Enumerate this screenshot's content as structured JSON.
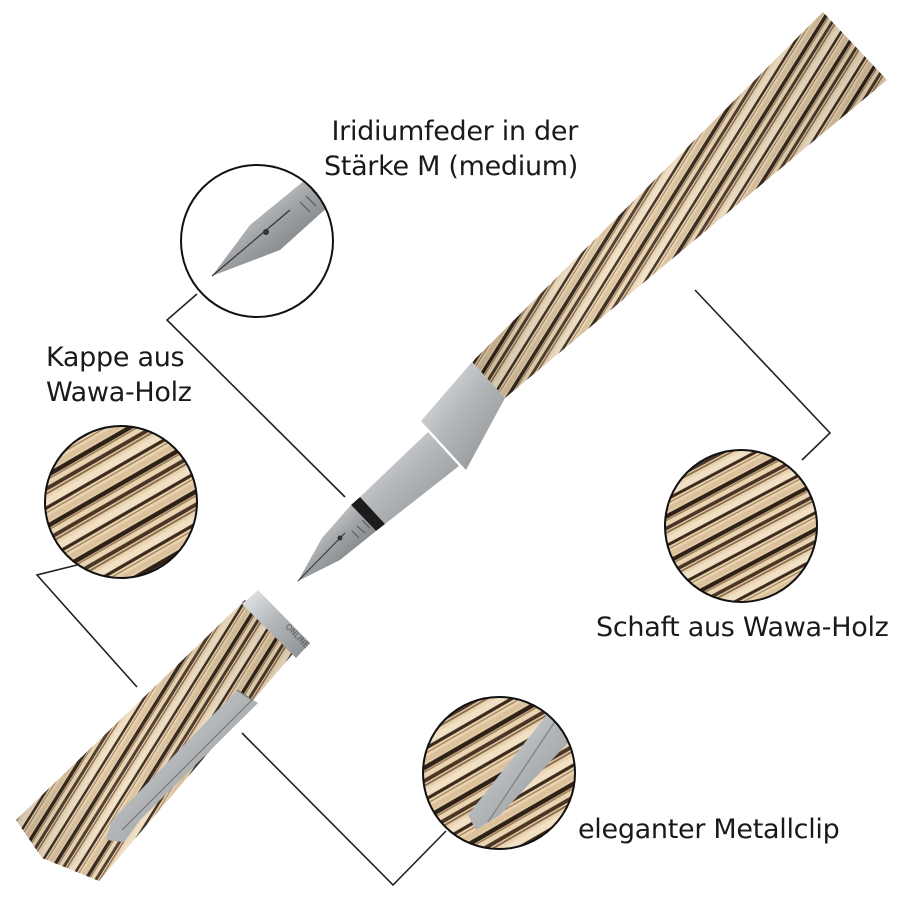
{
  "callouts": {
    "nib": {
      "line1": "Iridiumfeder in der",
      "line2": "Stärke M (medium)"
    },
    "cap": {
      "line1": "Kappe aus",
      "line2": "Wawa-Holz"
    },
    "shaft": {
      "label": "Schaft aus Wawa-Holz"
    },
    "clip": {
      "label": "eleganter Metallclip"
    }
  },
  "colors": {
    "wood_light": "#e8d2b0",
    "wood_dark": "#3d2b1c",
    "metal": "#b9bcbf",
    "leader_line": "#222222"
  }
}
